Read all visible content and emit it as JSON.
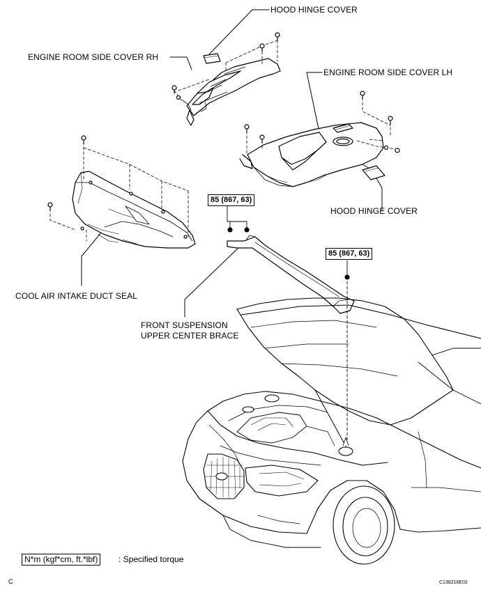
{
  "labels": {
    "hood_hinge_cover_top": "HOOD HINGE COVER",
    "engine_room_side_cover_rh": "ENGINE ROOM SIDE COVER RH",
    "engine_room_side_cover_lh": "ENGINE ROOM SIDE COVER LH",
    "hood_hinge_cover_bottom": "HOOD HINGE COVER",
    "cool_air_intake_duct_seal": "COOL AIR INTAKE DUCT SEAL",
    "front_suspension_line1": "FRONT SUSPENSION",
    "front_suspension_line2": "UPPER CENTER BRACE"
  },
  "torque": {
    "left": "85 (867, 63)",
    "right": "85 (867, 63)"
  },
  "legend": {
    "box": "N*m (kgf*cm, ft.*lbf)",
    "text": ": Specified torque"
  },
  "footer": {
    "corner_letter": "C",
    "figure_id": "C138216E02"
  }
}
